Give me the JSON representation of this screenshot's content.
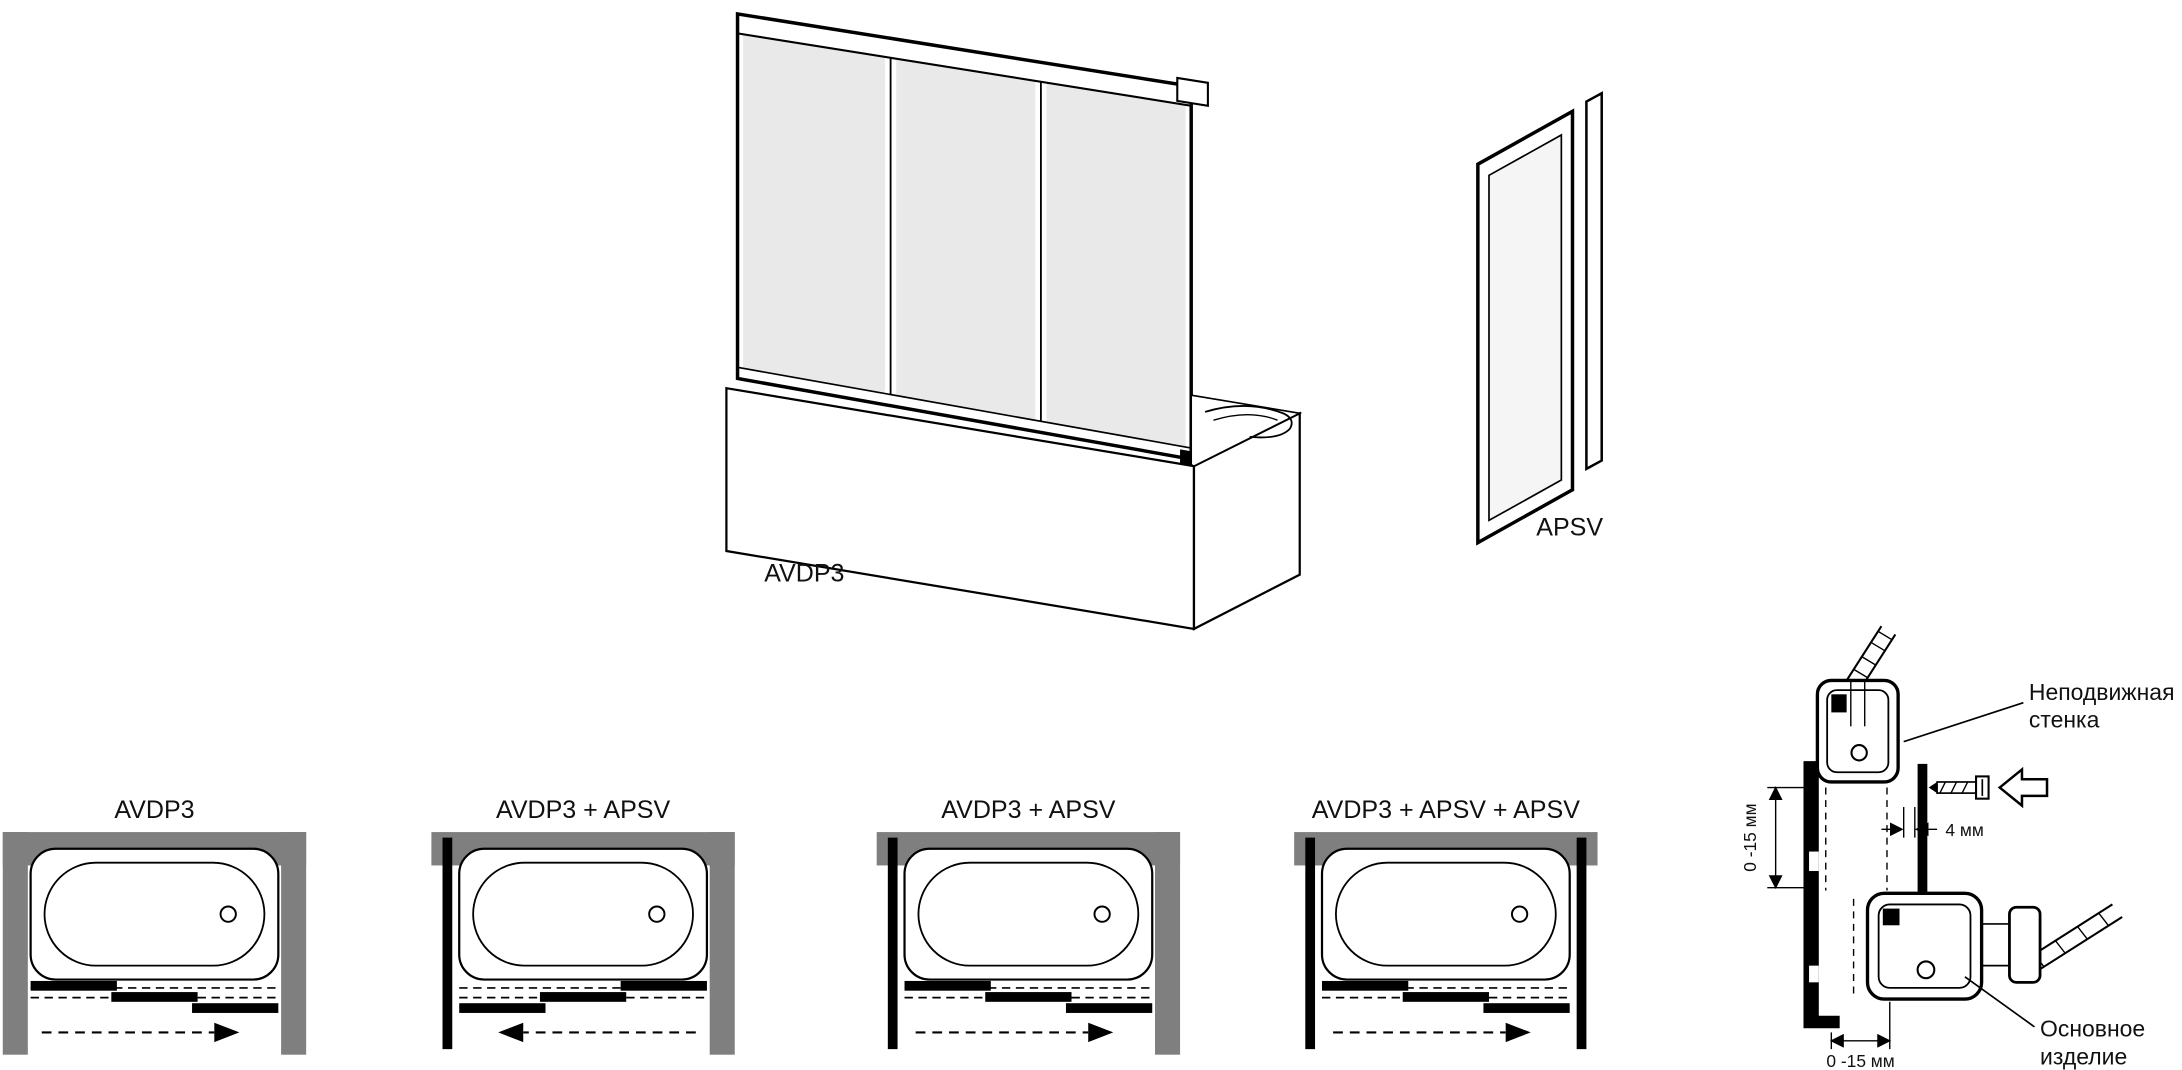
{
  "top": {
    "avdp3_label": "AVDP3",
    "apsv_label": "APSV"
  },
  "layouts": [
    {
      "label": "AVDP3",
      "walls": [
        "top",
        "left",
        "right"
      ],
      "fixed_panels": [],
      "slide_direction": "right"
    },
    {
      "label": "AVDP3 + APSV",
      "walls": [
        "top",
        "right"
      ],
      "fixed_panels": [
        "left"
      ],
      "slide_direction": "left"
    },
    {
      "label": "AVDP3 + APSV",
      "walls": [
        "top",
        "right"
      ],
      "fixed_panels": [
        "left"
      ],
      "slide_direction": "right"
    },
    {
      "label": "AVDP3 + APSV + APSV",
      "walls": [
        "top"
      ],
      "fixed_panels": [
        "left",
        "right"
      ],
      "slide_direction": "right"
    }
  ],
  "detail": {
    "fixed_wall_label": [
      "Неподвижная",
      "стенка"
    ],
    "gap_label": "4 мм",
    "side_adjust_label": "0 -15 мм",
    "bottom_adjust_label": "0 -15 мм",
    "main_product_label": [
      "Основное",
      "изделие"
    ]
  },
  "colors": {
    "wall_gray": "#7f7f7f",
    "panel_black": "#000000",
    "line_black": "#000000",
    "glass_gray": "#e9e9e9"
  }
}
